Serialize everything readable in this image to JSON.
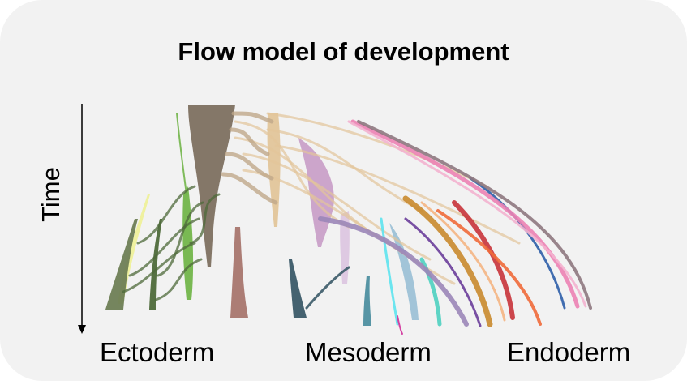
{
  "title": "Flow model of development",
  "axis": {
    "label": "Time"
  },
  "germ_layers": [
    "Ectoderm",
    "Mesoderm",
    "Endoderm"
  ],
  "lineage_colors": {
    "root": "#7d7060",
    "tan": "#e2c59a",
    "olive": "#6e7e55",
    "yellow": "#eef08a",
    "darkgreen": "#4e6a3a",
    "green": "#72b54a",
    "rose": "#a8766e",
    "plum": "#c9a0c8",
    "lilac": "#dcc6e0",
    "slate": "#3b5a68",
    "teal": "#4e8fa0",
    "cyan": "#5de3ee",
    "lightblue": "#94bcd4",
    "aqua": "#4ed0c0",
    "lavender": "#9b86b8",
    "purple": "#6a3d9a",
    "orange": "#c98a2e",
    "peach": "#f4b583",
    "red": "#c8333a",
    "vermilion": "#f06a3a",
    "blue": "#2e5ea8",
    "pink": "#ec82b4",
    "lightpink": "#f3b3cf",
    "mauve": "#8e7880",
    "magenta": "#d0309a"
  }
}
